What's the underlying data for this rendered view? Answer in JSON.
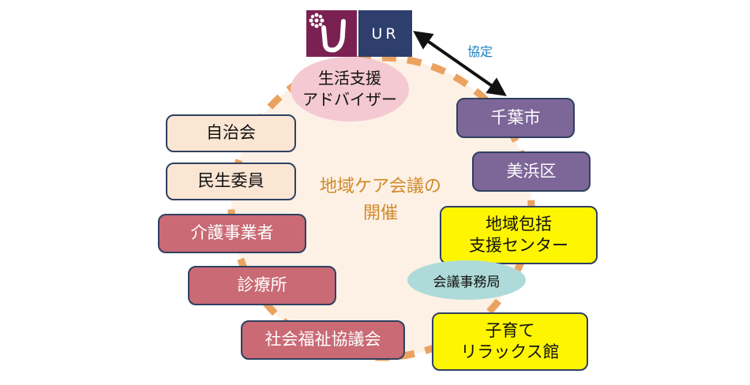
{
  "logo": {
    "text": "UR"
  },
  "agreement_label": "協定",
  "center_title": [
    "地域ケア会議の",
    "開催"
  ],
  "advisor": [
    "生活支援",
    "アドバイザー"
  ],
  "left_boxes": {
    "jichikai": "自治会",
    "minsei": "民生委員",
    "kaigo": "介護事業者",
    "shinryo": "診療所",
    "shakyo": "社会福祉協議会"
  },
  "right_boxes": {
    "chiba": "千葉市",
    "mihama": "美浜区",
    "houkatsu": [
      "地域包括",
      "支援センター"
    ],
    "kosodate": [
      "子育て",
      "リラックス館"
    ]
  },
  "secretariat": "会議事務局",
  "colors": {
    "ring": "#eba25f",
    "circle_fill": "#fdf1e6",
    "beige": "#fbe5d3",
    "rose": "#c96a74",
    "purple": "#7d6799",
    "yellow": "#fef600",
    "pink_ellipse": "#f4c9d2",
    "teal_ellipse": "#aedbd9",
    "logo_left": "#7b2152",
    "logo_right": "#2e3f6e",
    "center_text": "#d08a2b",
    "agreement_text": "#1b7fc1"
  }
}
